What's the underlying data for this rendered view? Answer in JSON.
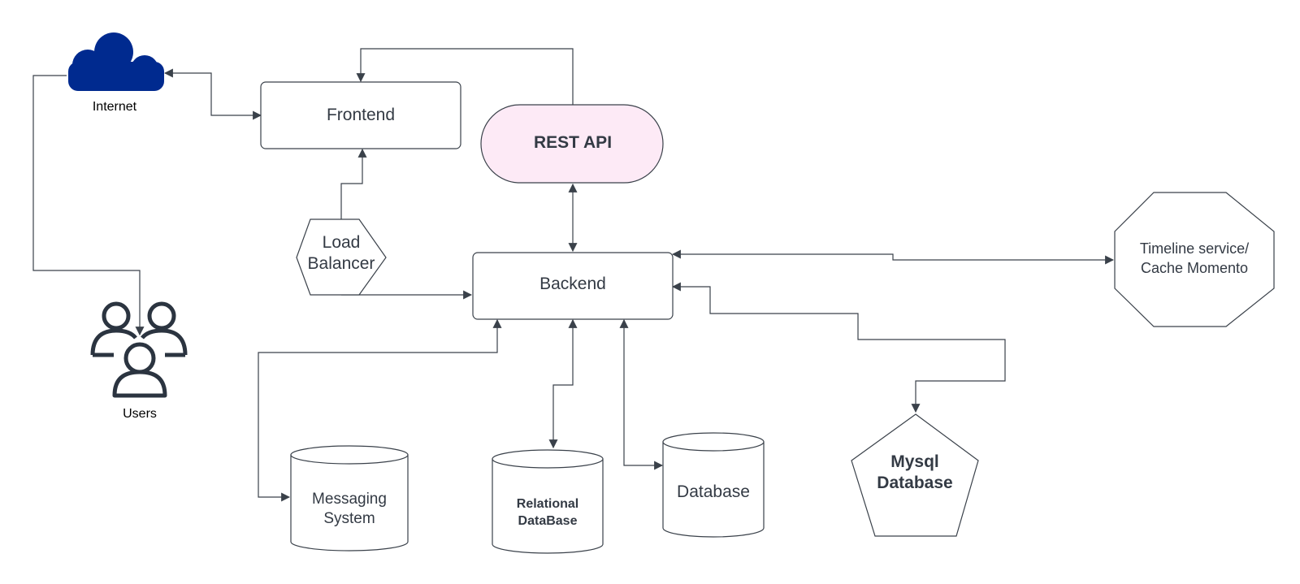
{
  "nodes": {
    "internet": {
      "label": "Internet",
      "icon": "cloud-icon",
      "color": "#002a8f"
    },
    "users": {
      "label": "Users",
      "icon": "users-icon",
      "color": "#2b3440"
    },
    "frontend": {
      "label": "Frontend"
    },
    "rest_api": {
      "label": "REST API",
      "fill": "#fdeaf6"
    },
    "load_balancer": {
      "line1": "Load",
      "line2": "Balancer"
    },
    "backend": {
      "label": "Backend"
    },
    "timeline_service": {
      "line1": "Timeline service/",
      "line2": "Cache Momento"
    },
    "messaging_system": {
      "line1": "Messaging",
      "line2": "System"
    },
    "relational_database": {
      "line1": "Relational",
      "line2": "DataBase"
    },
    "database": {
      "label": "Database"
    },
    "mysql_database": {
      "line1": "Mysql",
      "line2": "Database"
    }
  },
  "colors": {
    "stroke": "#3a414a",
    "text": "#333a44"
  }
}
